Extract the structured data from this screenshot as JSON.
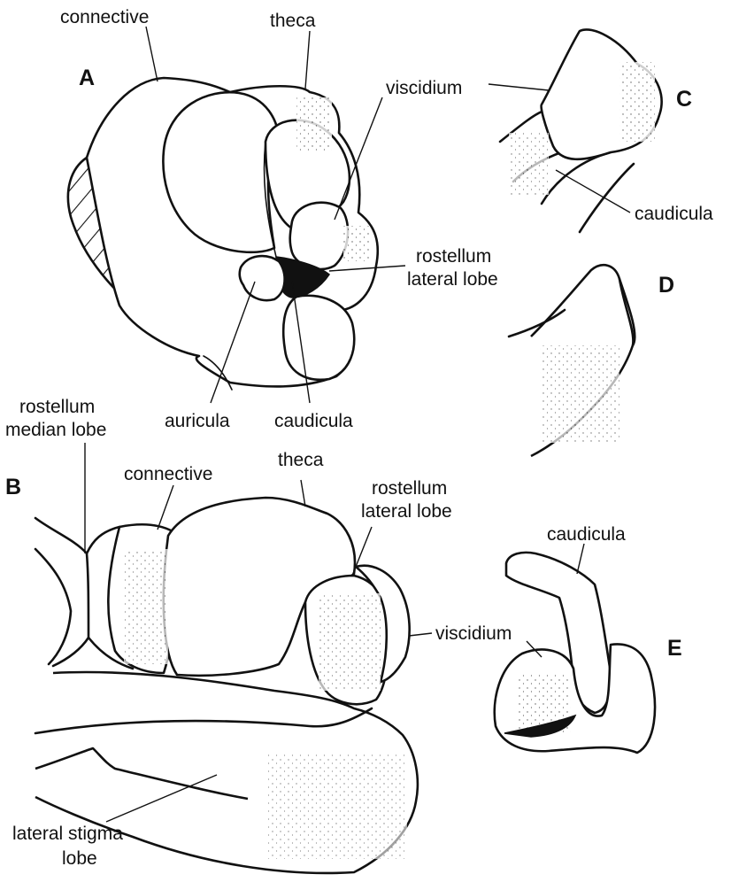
{
  "panels": {
    "A": "A",
    "B": "B",
    "C": "C",
    "D": "D",
    "E": "E"
  },
  "labels": {
    "a_connective": "connective",
    "a_theca": "theca",
    "a_viscidium": "viscidium",
    "a_rostellum_lateral_1": "rostellum",
    "a_rostellum_lateral_2": "lateral lobe",
    "a_auricula": "auricula",
    "a_caudicula": "caudicula",
    "c_viscidium": "viscidium",
    "c_caudicula": "caudicula",
    "b_rostellum_median_1": "rostellum",
    "b_rostellum_median_2": "median lobe",
    "b_connective": "connective",
    "b_theca": "theca",
    "b_rostellum_lateral_1": "rostellum",
    "b_rostellum_lateral_2": "lateral lobe",
    "b_viscidium": "viscidium",
    "b_lateral_stigma_1": "lateral stigma",
    "b_lateral_stigma_2": "lobe",
    "e_caudicula": "caudicula",
    "e_viscidium": "viscidium"
  }
}
